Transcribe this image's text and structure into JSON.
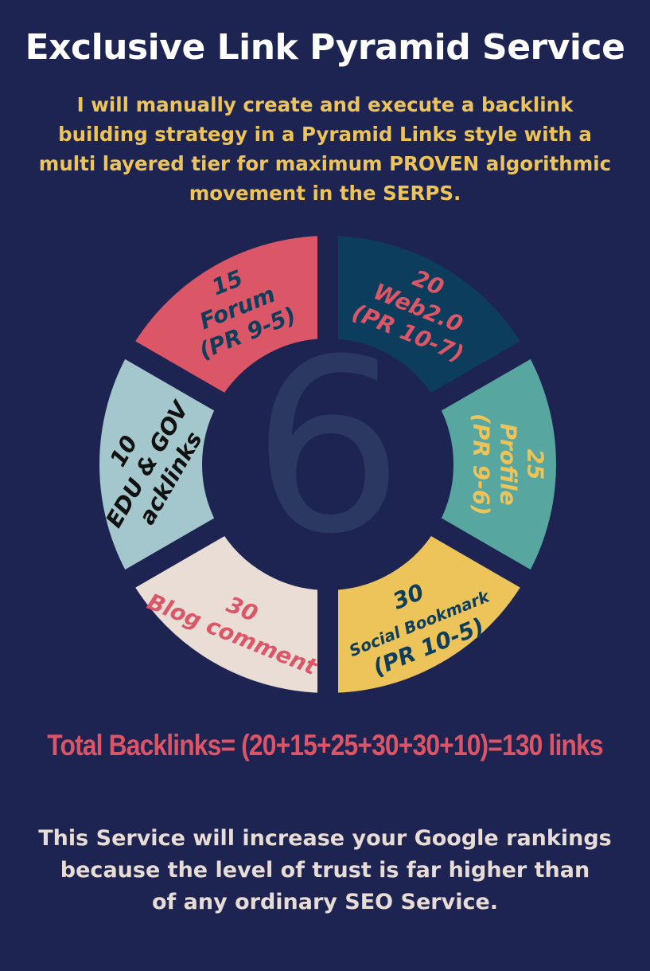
{
  "title": "Exclusive Link Pyramid Service",
  "subtitle": [
    "I will manually create and execute a backlink",
    "building strategy in a Pyramid Links style with a",
    "multi layered tier for maximum PROVEN algorithmic",
    "movement in the SERPS."
  ],
  "center_number": "6",
  "segments": [
    {
      "count": "15",
      "lines": [
        "Forum",
        "(PR 9-5)"
      ],
      "fill": "#db5667",
      "text_color": "#0f3d5c"
    },
    {
      "count": "20",
      "lines": [
        "Web2.0",
        "(PR 10-7)"
      ],
      "fill": "#0d3d5c",
      "text_color": "#db5667"
    },
    {
      "count": "25",
      "lines": [
        "Profile",
        "(PR 9-6)"
      ],
      "fill": "#58a6a0",
      "text_color": "#ecc45a"
    },
    {
      "count": "30",
      "lines": [
        "Social Bookmark",
        "(PR 10-5)"
      ],
      "fill": "#ecc45a",
      "text_color": "#0f3d5c"
    },
    {
      "count": "30",
      "lines": [
        "Blog comment"
      ],
      "fill": "#e9ddd6",
      "text_color": "#db5667"
    },
    {
      "count": "10",
      "lines": [
        "EDU & GOV",
        "acklinks"
      ],
      "fill": "#a3c7cc",
      "text_color": "#111111"
    }
  ],
  "total": "Total Backlinks= (20+15+25+30+30+10)=130 links",
  "footer": [
    "This Service will increase your Google rankings",
    "because the level of trust is far higher than",
    "of any ordinary SEO Service."
  ]
}
